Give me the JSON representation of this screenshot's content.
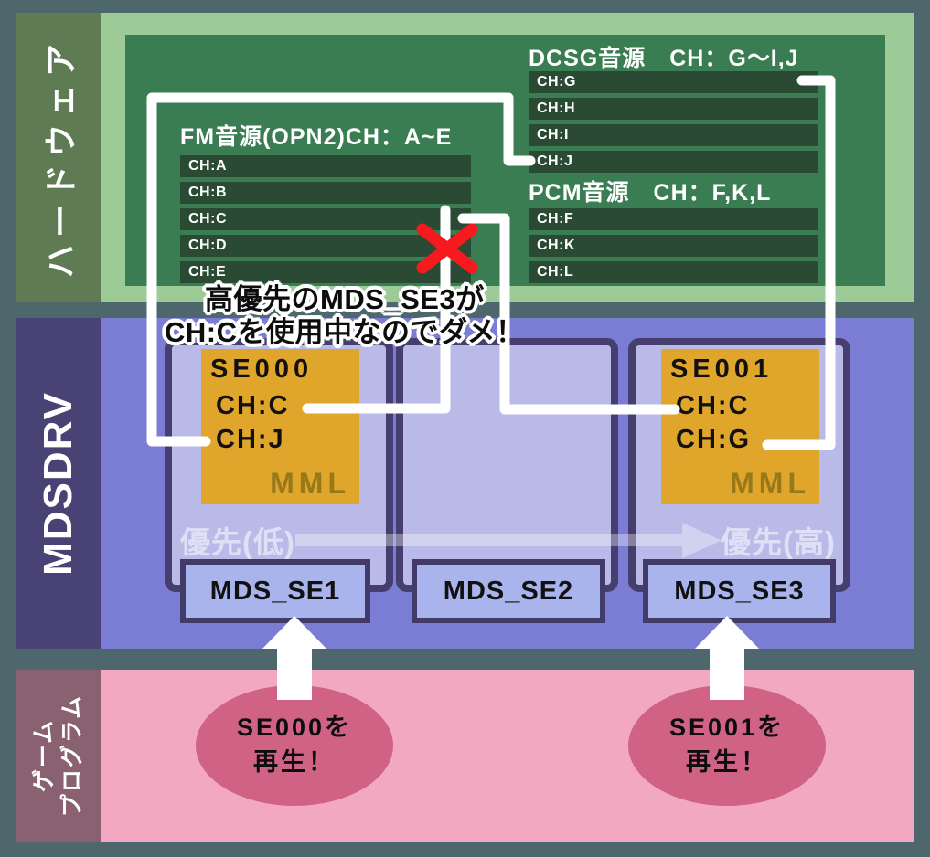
{
  "hardware": {
    "label": "ハードウェア",
    "fm_title": "FM音源(OPN2)CH：A~E",
    "fm_channels": [
      "CH:A",
      "CH:B",
      "CH:C",
      "CH:D",
      "CH:E"
    ],
    "dcsg_title": "DCSG音源　CH：G～I,J",
    "dcsg_channels": [
      "CH:G",
      "CH:H",
      "CH:I",
      "CH:J"
    ],
    "pcm_title": "PCM音源　CH：F,K,L",
    "pcm_channels": [
      "CH:F",
      "CH:K",
      "CH:L"
    ]
  },
  "mdsdrv": {
    "label": "MDSDRV",
    "warning": {
      "line1": "高優先のMDS_SE3が",
      "line2": "CH:Cを使用中なのでダメ！"
    },
    "se000": {
      "name": "SE000",
      "ch1": "CH:C",
      "ch2": "CH:J",
      "tag": "MML"
    },
    "se001": {
      "name": "SE001",
      "ch1": "CH:C",
      "ch2": "CH:G",
      "tag": "MML"
    },
    "priority_low": "優先(低)",
    "priority_high": "優先(高)",
    "slots": [
      "MDS_SE1",
      "MDS_SE2",
      "MDS_SE3"
    ]
  },
  "game": {
    "label_line1": "ゲーム",
    "label_line2": "プログラム",
    "call1": {
      "line1": "SE000を",
      "line2": "再生！"
    },
    "call2": {
      "line1": "SE001を",
      "line2": "再生！"
    }
  },
  "colors": {
    "background": "#4d676d",
    "hardware_band": "#9ccb98",
    "hardware_sidebar": "#5e7b54",
    "hardware_panel": "#3a7d52",
    "channel_bar": "#2b4a34",
    "mdsdrv_band": "#7b7dd4",
    "mdsdrv_sidebar": "#494274",
    "slot_fill": "#b9bae8",
    "slot_border": "#453e6e",
    "se_box": "#e0a52b",
    "mml_text": "#97791a",
    "mds_box_fill": "#a9b3ec",
    "mds_box_border": "#413b69",
    "game_band": "#f3a8c2",
    "game_sidebar": "#8a6171",
    "bubble": "#d06286",
    "cross": "#f7191e",
    "connector": "#ffffff"
  }
}
